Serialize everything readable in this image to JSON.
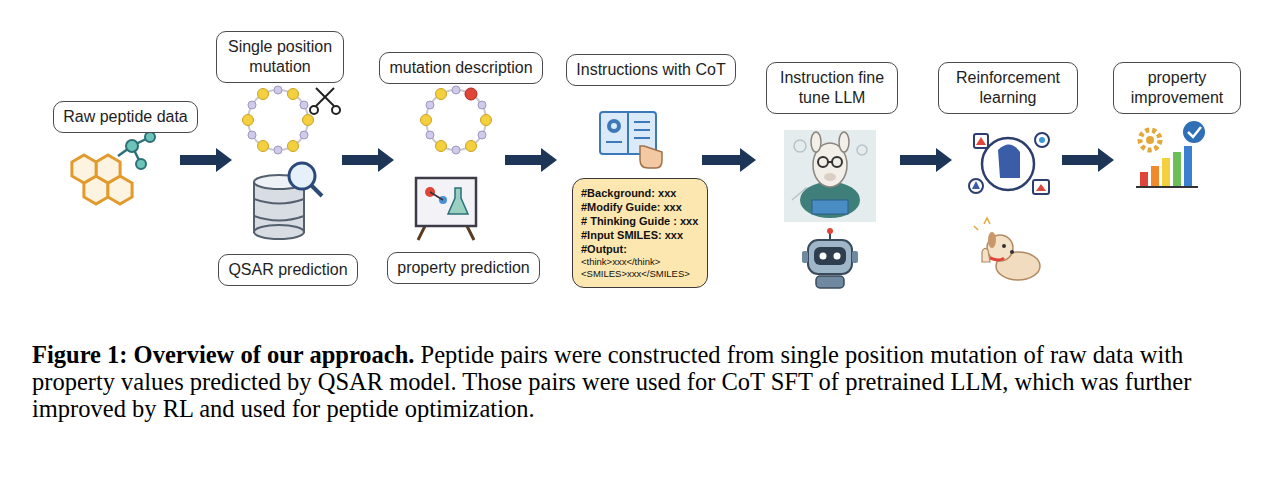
{
  "diagram": {
    "caption": "Figure 1: Overview of our approach. Peptide pairs were constructed from single position mutation of raw data with property values predicted by QSAR model. Those pairs were used for CoT SFT of pretrained LLM, which was further improved by RL and used for peptide optimization.",
    "nodes": [
      {
        "text": [
          "Raw peptide data"
        ]
      },
      {
        "text": [
          "Single position mutation"
        ]
      },
      {
        "text": [
          "QSAR prediction"
        ]
      },
      {
        "text": [
          "mutation description"
        ]
      },
      {
        "text": [
          "property prediction"
        ]
      },
      {
        "text": [
          "Instructions with CoT"
        ]
      },
      {
        "text": [
          "#Background: xxx",
          "#Modify Guide: xxx",
          "# Thinking Guide : xxx",
          "#Input SMILES: xxx",
          "#Output:",
          "<think>xxx</think>",
          "<SMILES>xxx</SMILES>"
        ]
      },
      {
        "text": [
          "Instruction fine tune LLM"
        ]
      },
      {
        "text": [
          "Reinforcement learning"
        ]
      },
      {
        "text": [
          "property improvement"
        ]
      }
    ]
  }
}
